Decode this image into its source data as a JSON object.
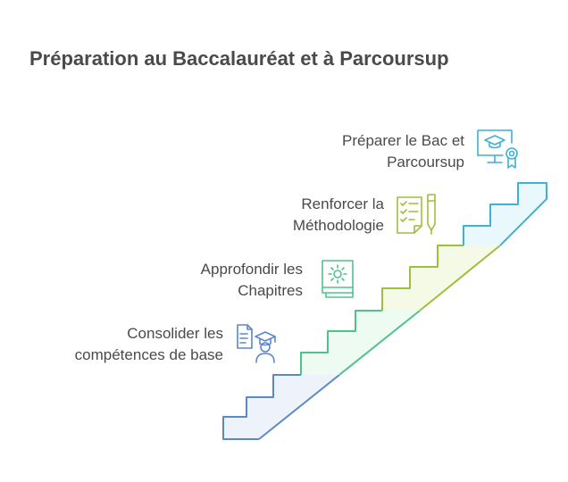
{
  "title": "Préparation au Baccalauréat et à Parcoursup",
  "steps": [
    {
      "line1": "Consolider les",
      "line2": "compétences de base",
      "icon": "student-graduate-icon",
      "color": "#5b87cc",
      "fill": "#eef3fb"
    },
    {
      "line1": "Approfondir les",
      "line2": "Chapitres",
      "icon": "book-gear-icon",
      "color": "#4fc38a",
      "fill": "#eefbf3"
    },
    {
      "line1": "Renforcer la",
      "line2": "Méthodologie",
      "icon": "checklist-pen-icon",
      "color": "#9ebf3c",
      "fill": "#f5fae6"
    },
    {
      "line1": "Préparer le Bac et",
      "line2": "Parcoursup",
      "icon": "monitor-certificate-icon",
      "color": "#3fb1d6",
      "fill": "#e9f8fc"
    }
  ]
}
